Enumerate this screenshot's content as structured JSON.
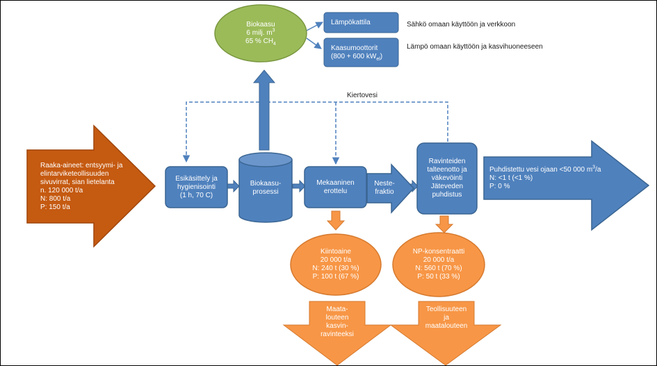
{
  "colors": {
    "blue": "#4f81bd",
    "blue_border": "#3a6592",
    "orange_dark": "#c55a11",
    "orange_dark_border": "#a0460b",
    "orange": "#f79646",
    "orange_border": "#d67a2f",
    "green": "#9bbb59",
    "green_border": "#79973f",
    "line": "#4f81bd"
  },
  "biogas": {
    "line1": "Biokaasu",
    "line2": "6 milj. m",
    "line2_sup": "3",
    "line3": "65 % CH",
    "line3_sub": "4"
  },
  "boiler": {
    "label": "Lämpökattila",
    "note": "Sähkö omaan käyttöön ja verkkoon"
  },
  "gas_engines": {
    "line1": "Kaasumoottorit",
    "line2": "(800 + 600 kW",
    "line2_sub": "el",
    "line2_end": ")",
    "note": "Lämpö omaan käyttöön ja kasvihuoneeseen"
  },
  "recirculation": {
    "label": "Kiertovesi"
  },
  "raw_materials": {
    "lines": [
      "Raaka-aineet: entsyymi- ja",
      "elintarviketeollisuuden",
      "sivuvirrat, sian lietelanta",
      "n. 120 000 t/a",
      "N: 800 t/a",
      "P: 150 t/a"
    ]
  },
  "pretreatment": {
    "lines": [
      "Esikäsittely ja",
      "hygienisointi",
      "(1 h, 70 C)"
    ]
  },
  "biogas_process": {
    "lines": [
      "Biokaasu-",
      "prosessi"
    ]
  },
  "mechanical_separation": {
    "lines": [
      "Mekaaninen",
      "erottelu"
    ]
  },
  "liquid_fraction": {
    "lines": [
      "Neste-",
      "fraktio"
    ]
  },
  "nutrient_recovery": {
    "lines": [
      "Ravinteiden",
      "talteenotto ja",
      "väkevöinti",
      "Jäteveden",
      "puhdistus"
    ]
  },
  "treated_water": {
    "line1": "Puhdistettu vesi ojaan <50 000 m",
    "line1_sup": "3",
    "line1_end": "/a",
    "line2": "N: <1 t (<1 %)",
    "line3": "P: 0 %"
  },
  "solids": {
    "lines": [
      "Kiintoaine",
      "20 000 t/a",
      "N: 240 t (30 %)",
      "P: 100 t (67 %)"
    ]
  },
  "np_concentrate": {
    "lines": [
      "NP-konsentraatti",
      "20 000 t/a",
      "N: 560 t (70 %)",
      "P: 50 t (33 %)"
    ]
  },
  "agriculture_out": {
    "lines": [
      "Maata-",
      "louteen",
      "kasvin-",
      "ravinteeksi"
    ]
  },
  "industry_out": {
    "lines": [
      "Teollisuuteen",
      "ja",
      "maatalouteen"
    ]
  }
}
